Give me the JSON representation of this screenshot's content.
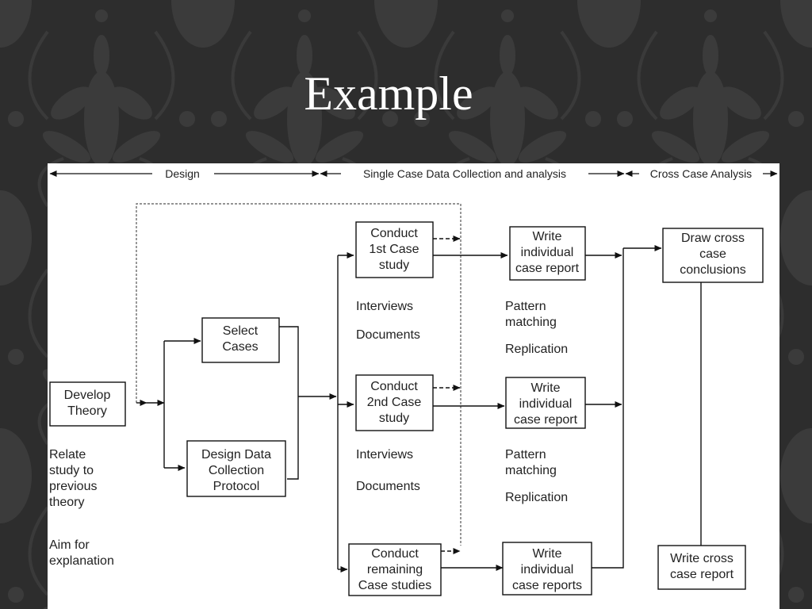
{
  "slide": {
    "title": "Example"
  },
  "phases": {
    "design": "Design",
    "single_case": "Single Case Data Collection and analysis",
    "cross_case": "Cross Case Analysis"
  },
  "boxes": {
    "develop_theory": [
      "Develop",
      "Theory"
    ],
    "select_cases": [
      "Select",
      "Cases"
    ],
    "design_protocol": [
      "Design Data",
      "Collection",
      "Protocol"
    ],
    "conduct_first": [
      "Conduct",
      "1st Case",
      "study"
    ],
    "conduct_second": [
      "Conduct",
      "2nd Case",
      "study"
    ],
    "conduct_remaining": [
      "Conduct",
      "remaining",
      "Case studies"
    ],
    "write_report_1": [
      "Write",
      "individual",
      "case report"
    ],
    "write_report_2": [
      "Write",
      "individual",
      "case report"
    ],
    "write_reports_remaining": [
      "Write",
      "individual",
      "case reports"
    ],
    "draw_conclusions": [
      "Draw cross",
      "case",
      "conclusions"
    ],
    "write_cross_report": [
      "Write cross",
      "case report"
    ]
  },
  "notes": {
    "relate_theory": [
      "Relate",
      "study to",
      "previous",
      "theory"
    ],
    "aim_explanation": [
      "Aim for",
      "explanation"
    ],
    "interviews_1": "Interviews",
    "documents_1": "Documents",
    "interviews_2": "Interviews",
    "documents_2": "Documents",
    "pattern_1": [
      "Pattern",
      "matching"
    ],
    "replication_1": "Replication",
    "pattern_2": [
      "Pattern",
      "matching"
    ],
    "replication_2": "Replication"
  }
}
